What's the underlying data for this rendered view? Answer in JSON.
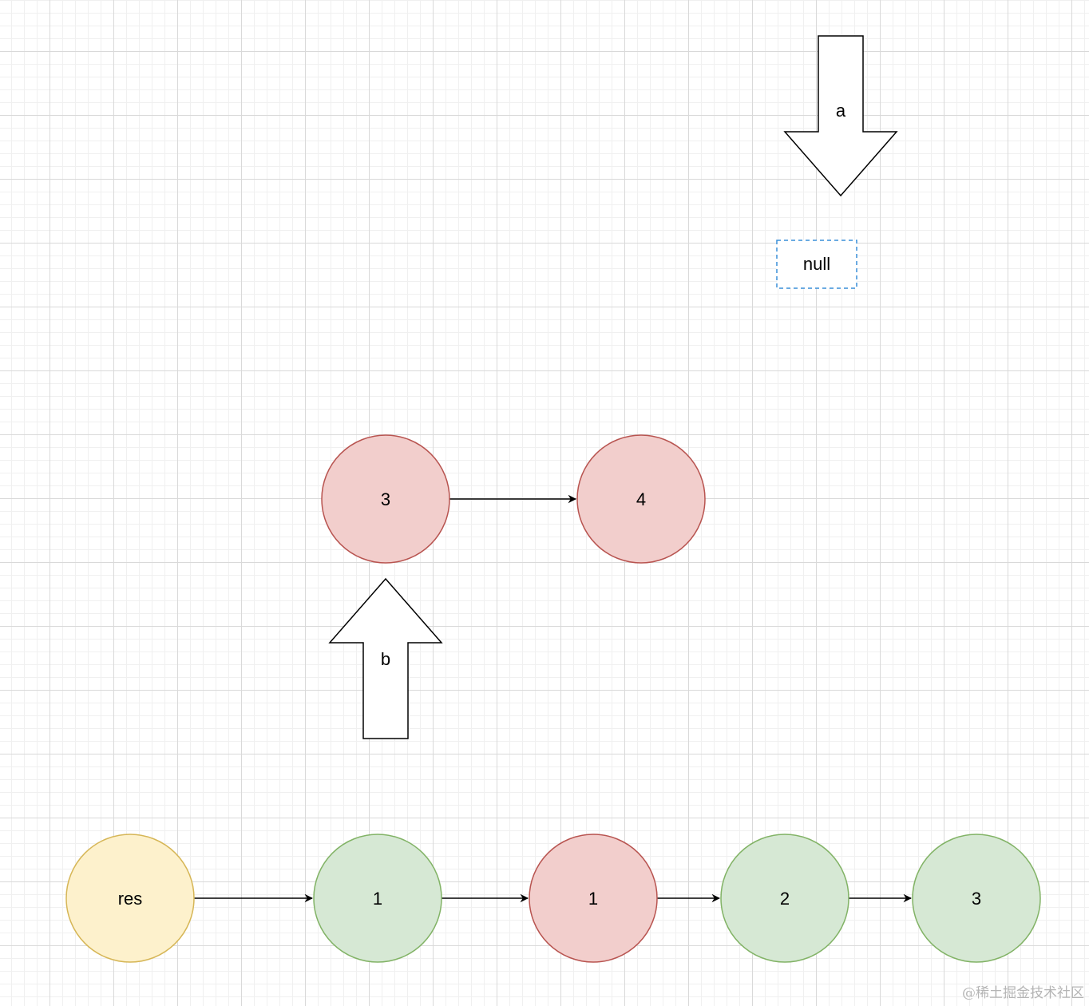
{
  "colors": {
    "red_fill": "#f2cecc",
    "red_stroke": "#b85450",
    "green_fill": "#d6e8d4",
    "green_stroke": "#82b366",
    "yellow_fill": "#fdf1cc",
    "yellow_stroke": "#d6b656",
    "null_stroke": "#3a8fd9"
  },
  "pointers": {
    "a": {
      "label": "a",
      "direction": "down"
    },
    "b": {
      "label": "b",
      "direction": "up"
    }
  },
  "null_box": {
    "label": "null"
  },
  "list_b": [
    {
      "label": "3",
      "color": "red"
    },
    {
      "label": "4",
      "color": "red"
    }
  ],
  "result_list": [
    {
      "label": "res",
      "color": "yellow"
    },
    {
      "label": "1",
      "color": "green"
    },
    {
      "label": "1",
      "color": "red"
    },
    {
      "label": "2",
      "color": "green"
    },
    {
      "label": "3",
      "color": "green"
    }
  ],
  "watermark": "@稀土掘金技术社区"
}
